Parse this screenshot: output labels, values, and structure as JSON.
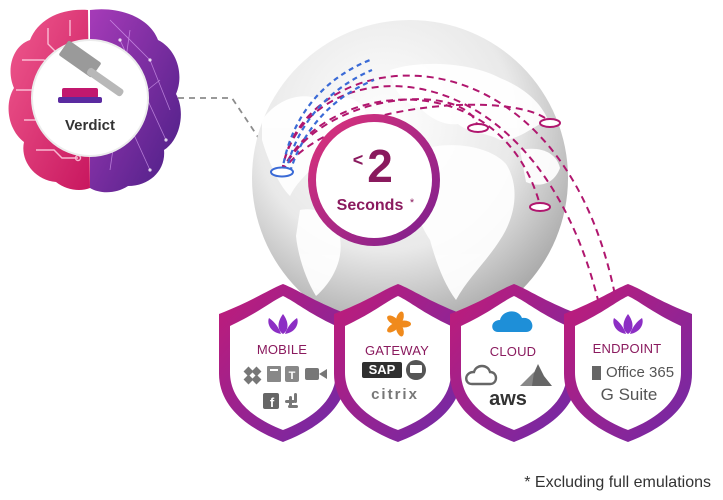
{
  "verdict": {
    "label": "Verdict",
    "icon": "gavel-icon"
  },
  "timer": {
    "prefix": "<",
    "value": "2",
    "unit": "Seconds",
    "mark": "*"
  },
  "shields": [
    {
      "title": "MOBILE",
      "icon": "lotus-icon",
      "logos": [
        "dropbox-icon",
        "box-icon",
        "teams-icon",
        "zoom-icon",
        "facebook-icon",
        "slack-icon"
      ]
    },
    {
      "title": "GATEWAY",
      "icon": "gateway-swirl-icon",
      "logos": [
        "SAP",
        "citrix"
      ]
    },
    {
      "title": "CLOUD",
      "icon": "cloud-icon",
      "logos": [
        "gcp-icon",
        "azure-icon",
        "aws"
      ]
    },
    {
      "title": "ENDPOINT",
      "icon": "lotus-icon",
      "logos": [
        "Office 365",
        "G Suite"
      ]
    }
  ],
  "footnote": "* Excluding full emulations",
  "colors": {
    "magenta": "#b0166e",
    "purple": "#6a2bb0",
    "pink": "#e0337a",
    "blue": "#3a6ad6",
    "lotus": "#8c2ec4"
  }
}
